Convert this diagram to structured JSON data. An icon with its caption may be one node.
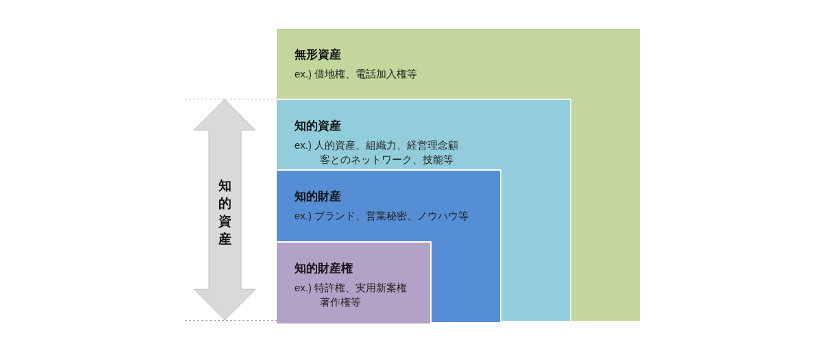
{
  "diagram": {
    "nodes": [
      {
        "text": [
          "無形資産",
          "ex.) 借地権、電話加入権等"
        ]
      },
      {
        "text": [
          "知的資産",
          "ex.) 人的資産、組織力、経営理念顧客とのネットワーク、技能等"
        ],
        "in": 0
      },
      {
        "text": [
          "知的財産",
          "ex.) ブランド、営業秘密、ノウハウ等"
        ],
        "in": 1
      },
      {
        "text": [
          "知的財産権",
          "ex.) 特許権、実用新案権著作権等"
        ],
        "in": 2
      }
    ],
    "labels": [
      "知的資産"
    ]
  }
}
